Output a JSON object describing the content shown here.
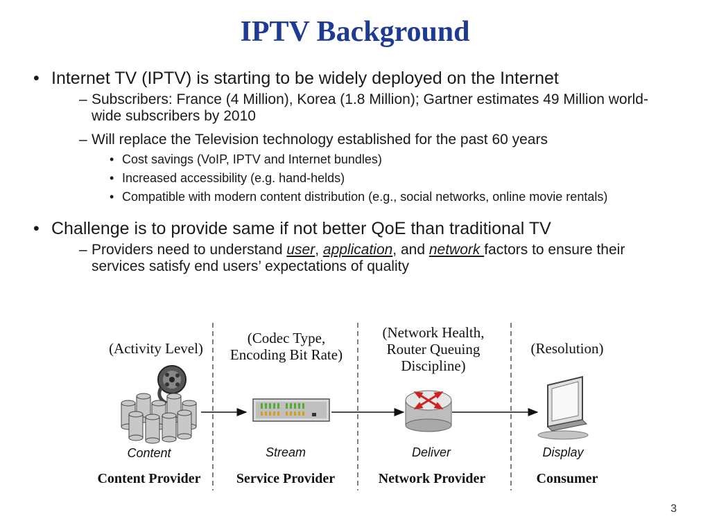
{
  "title": "IPTV Background",
  "bullets": {
    "b1": "Internet TV (IPTV)  is starting to be widely deployed on the Internet",
    "b1_s1": "Subscribers: France (4 Million), Korea (1.8 Million); Gartner estimates 49 Million world-wide subscribers by 2010",
    "b1_s2": "Will replace the Television technology established for the past 60 years",
    "b1_s2_i1": "Cost savings (VoIP, IPTV and Internet bundles)",
    "b1_s2_i2": "Increased accessibility  (e.g. hand-helds)",
    "b1_s2_i3": "Compatible with modern content distribution (e.g., social networks, online movie rentals)",
    "b2": "Challenge is to provide same if not better QoE than traditional TV",
    "b2_s1_pre": "Providers  need to understand ",
    "b2_s1_user": "user",
    "b2_s1_sep1": ", ",
    "b2_s1_app": "application",
    "b2_s1_sep2": ", and ",
    "b2_s1_net": "network ",
    "b2_s1_post": "factors to ensure their services satisfy end users’ expectations of quality"
  },
  "diagram": {
    "factors": {
      "content": "(Activity Level)",
      "service": "(Codec Type, Encoding Bit Rate)",
      "network": "(Network Health, Router Queuing Discipline)",
      "consumer": "(Resolution)"
    },
    "stages": {
      "content": "Content",
      "stream": "Stream",
      "deliver": "Deliver",
      "display": "Display"
    },
    "providers": {
      "content": "Content Provider",
      "service": "Service Provider",
      "network": "Network Provider",
      "consumer": "Consumer"
    }
  },
  "slide_number": "3",
  "colors": {
    "title": "#1f3a93",
    "router_arrows": "#cc2222",
    "patch_leds": "#55aa33"
  }
}
